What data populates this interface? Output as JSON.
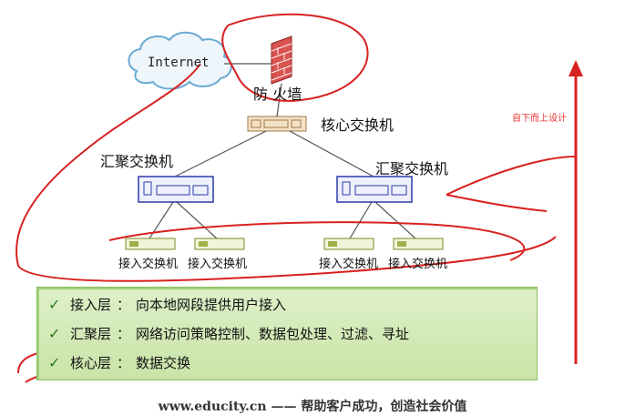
{
  "diagram": {
    "internet_label": "Internet",
    "firewall_label": "防 火墙",
    "core_switch_label": "核心交换机",
    "aggregation_left_label": "汇聚交换机",
    "aggregation_right_label": "汇聚交换机",
    "access_labels": [
      "接入交换机",
      "接入交换机",
      "接入交换机",
      "接入交换机"
    ],
    "annotation": "自下而上设计"
  },
  "legend": {
    "rows": [
      {
        "name": "接入层",
        "sep": "：",
        "desc": "向本地网段提供用户接入"
      },
      {
        "name": "汇聚层",
        "sep": "：",
        "desc": "网络访问策略控制、数据包处理、过滤、寻址"
      },
      {
        "name": "核心层",
        "sep": "：",
        "desc": "数据交换"
      }
    ]
  },
  "footer": "www.educity.cn —— 帮助客户成功，创造社会价值",
  "colors": {
    "legend_bg": "#d4eab6",
    "annotation_red": "#d82020",
    "switch_blue": "#2b3aa8"
  }
}
